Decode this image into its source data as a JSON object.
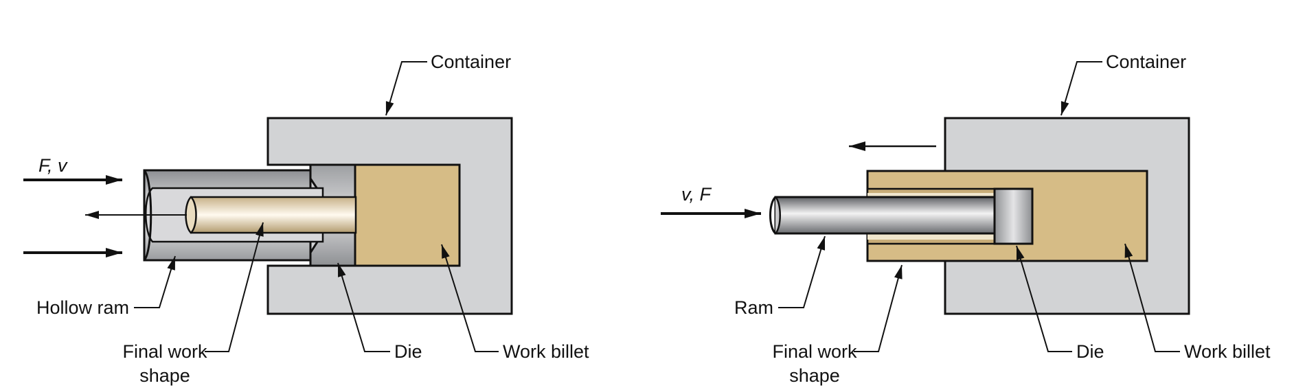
{
  "colors": {
    "container_fill": "#d2d3d5",
    "billet_fill": "#d6bc86",
    "die_fill": "#a9abae",
    "ram_metal_dark": "#5a5c60",
    "ram_metal_light": "#f2f2f2",
    "rod_light": "#fffaf0",
    "rod_dark": "#b9a274",
    "outline": "#111111"
  },
  "left_diagram": {
    "labels": {
      "force_velocity": "F, v",
      "container": "Container",
      "hollow_ram": "Hollow ram",
      "final_work_shape_line1": "Final work",
      "final_work_shape_line2": "shape",
      "die": "Die",
      "work_billet": "Work billet"
    }
  },
  "right_diagram": {
    "labels": {
      "velocity_force": "v, F",
      "container": "Container",
      "ram": "Ram",
      "final_work_shape_line1": "Final work",
      "final_work_shape_line2": "shape",
      "die": "Die",
      "work_billet": "Work billet"
    }
  }
}
